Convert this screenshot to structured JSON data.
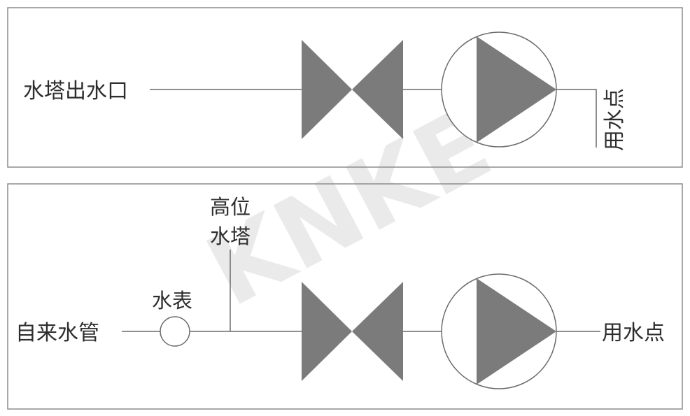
{
  "top_panel": {
    "source_label": "水塔出水口",
    "outlet_label": "用水点"
  },
  "bottom_panel": {
    "source_label": "自来水管",
    "meter_label": "水表",
    "tower_label_line1": "高位",
    "tower_label_line2": "水塔",
    "outlet_label": "用水点"
  },
  "watermark": "KNKE",
  "colors": {
    "symbol_fill": "#7b7b7b",
    "line": "#6b6b6b",
    "panel_border": "#8c8c8c",
    "label_text": "#2e2e2e",
    "watermark": "#d9d9d9"
  }
}
